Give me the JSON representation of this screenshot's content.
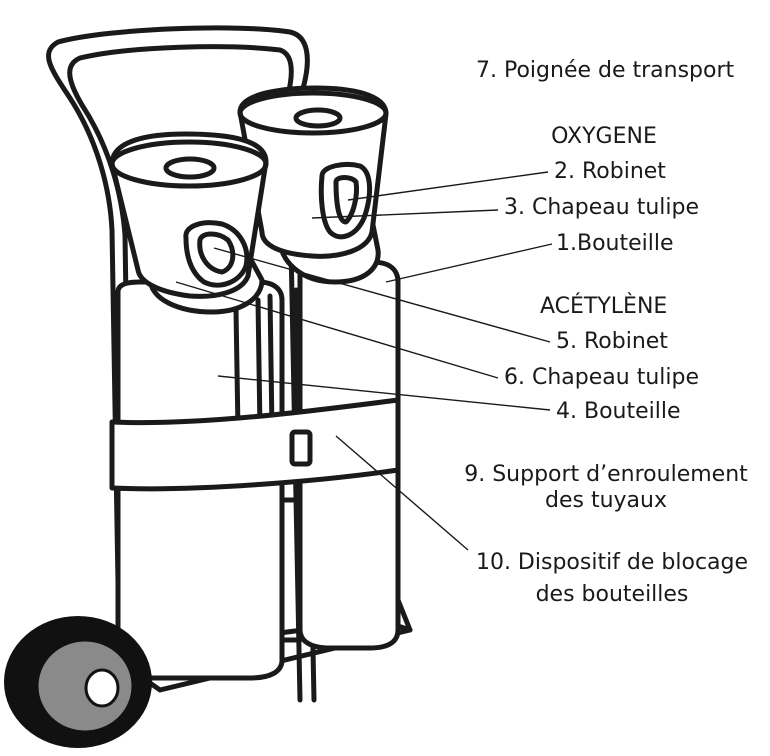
{
  "labels": {
    "handle": "7. Poignée de transport",
    "oxygen_title": "OXYGENE",
    "oxygen_valve": "2. Robinet",
    "oxygen_cap": "3. Chapeau tulipe",
    "oxygen_bottle": "1.Bouteille",
    "acetylene_title": "ACÉTYLÈNE",
    "acetylene_valve": "5. Robinet",
    "acetylene_cap": "6. Chapeau tulipe",
    "acetylene_bottle": "4. Bouteille",
    "hose_support_line1": "9. Support d’enroulement",
    "hose_support_line2": "des tuyaux",
    "locking_device_line1": "10. Dispositif de blocage",
    "locking_device_line2": "des bouteilles"
  },
  "colors": {
    "line": "#1a1a1a",
    "wheel_tire": "#111111",
    "wheel_hub": "#8a8a8a",
    "background": "#ffffff"
  }
}
